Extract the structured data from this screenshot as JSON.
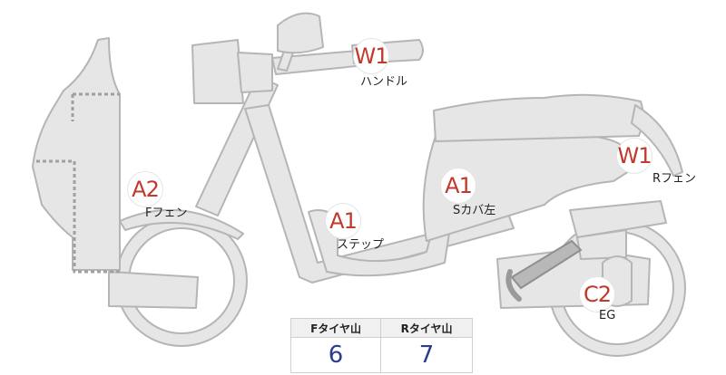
{
  "parts": [
    {
      "id": "handle",
      "grade": "W1",
      "label": "ハンドル"
    },
    {
      "id": "rear-fender",
      "grade": "W1",
      "label": "Rフェン"
    },
    {
      "id": "front-fender",
      "grade": "A2",
      "label": "Fフェン"
    },
    {
      "id": "side-cover-left",
      "grade": "A1",
      "label": "Sカバ左"
    },
    {
      "id": "step",
      "grade": "A1",
      "label": "ステップ"
    },
    {
      "id": "engine",
      "grade": "C2",
      "label": "EG"
    }
  ],
  "tire_table": {
    "front_header": "Fタイヤ山",
    "rear_header": "Rタイヤ山",
    "front_value": "6",
    "rear_value": "7"
  },
  "colors": {
    "body_fill": "#e6e6e6",
    "outline": "#b5b5b5",
    "grade_text": "#c0392b",
    "table_value": "#2a3d8f"
  }
}
